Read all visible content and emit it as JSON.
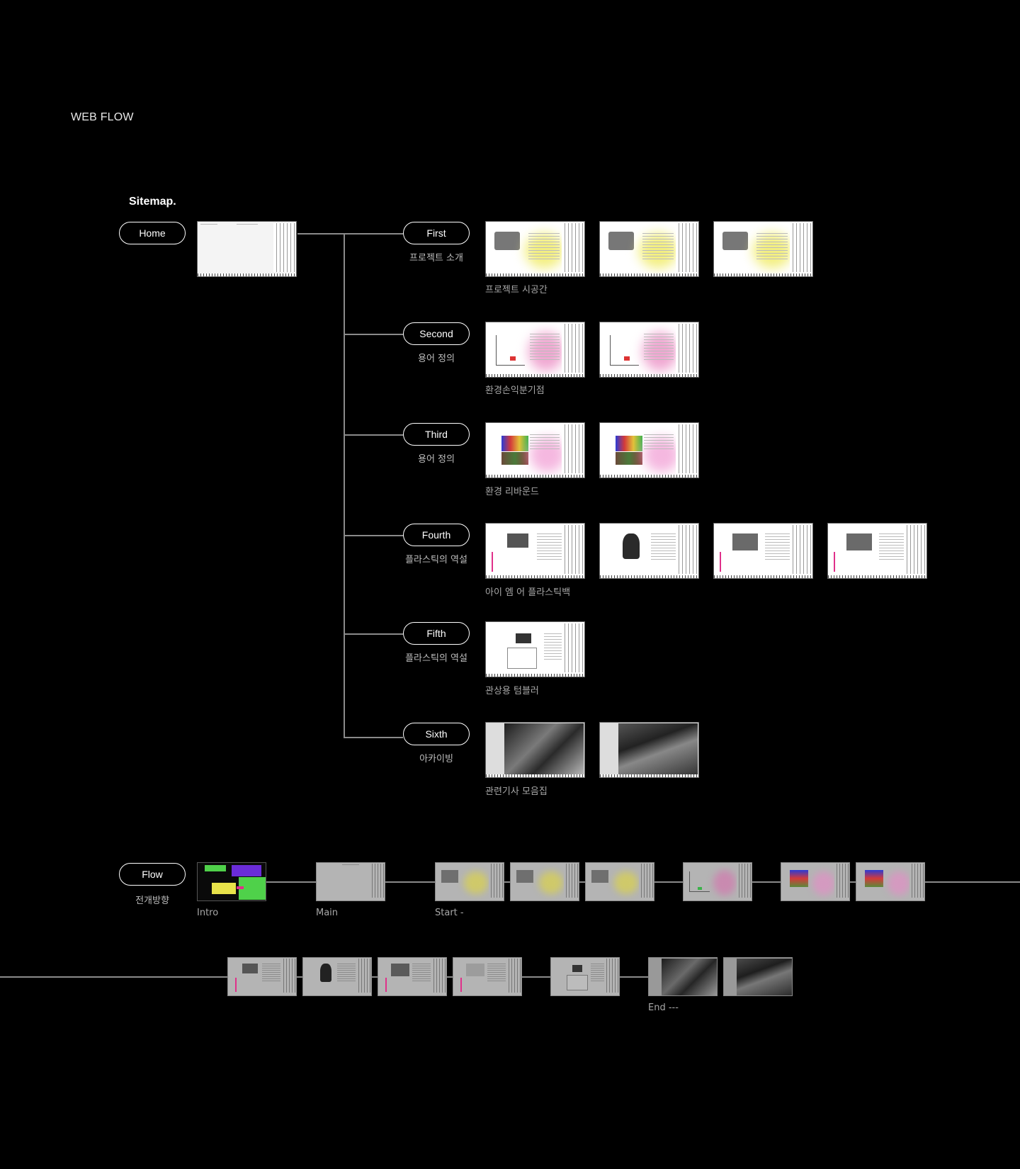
{
  "page": {
    "title": "WEB FLOW",
    "sitemap_title": "Sitemap."
  },
  "home": {
    "label": "Home"
  },
  "sections": [
    {
      "label": "First",
      "subtitle": "프로젝트 소개",
      "caption": "프로젝트 시공간",
      "pages": 3
    },
    {
      "label": "Second",
      "subtitle": "용어 정의",
      "caption": "환경손익분기점",
      "pages": 2
    },
    {
      "label": "Third",
      "subtitle": "용어 정의",
      "caption": "환경 리바운드",
      "pages": 2
    },
    {
      "label": "Fourth",
      "subtitle": "플라스틱의 역설",
      "caption": "아이 엠 어 플라스틱백",
      "pages": 4
    },
    {
      "label": "Fifth",
      "subtitle": "플라스틱의 역설",
      "caption": "관상용 텀블러",
      "pages": 1
    },
    {
      "label": "Sixth",
      "subtitle": "아카이빙",
      "caption": "관련기사 모음집",
      "pages": 2
    }
  ],
  "flow": {
    "label": "Flow",
    "subtitle": "전개방향",
    "captions": {
      "intro": "Intro",
      "main": "Main",
      "start": "Start -",
      "end": "End ---"
    }
  },
  "colors": {
    "background": "#000000",
    "line": "#8a8a8a",
    "first_glow": "#f3ef80",
    "second_glow": "#f0a8d2",
    "third_glow": "#f5b8e0",
    "intro_green": "#4fd14a",
    "intro_purple": "#6a2cd8",
    "intro_yellow": "#e8e24a"
  }
}
